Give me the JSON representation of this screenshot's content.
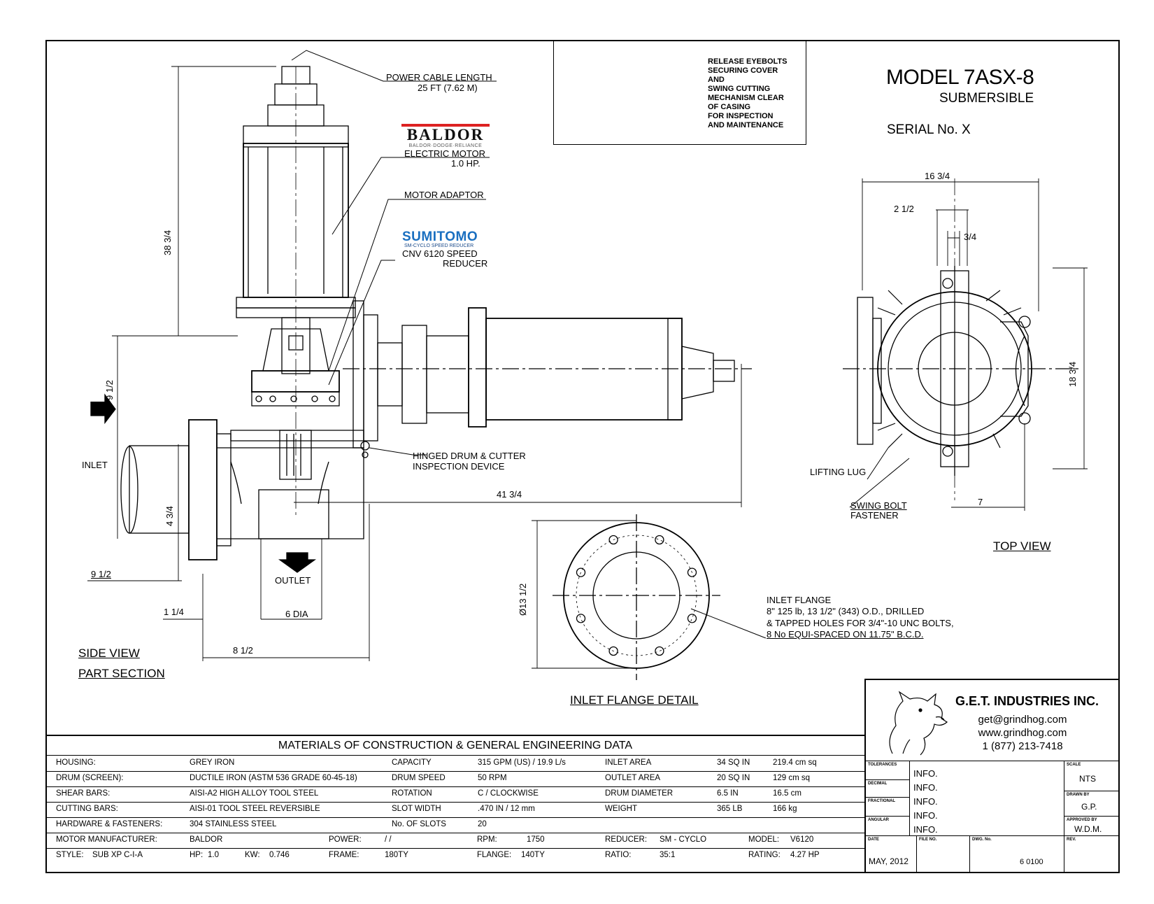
{
  "model": {
    "title": "MODEL 7ASX-8",
    "subtitle": "SUBMERSIBLE",
    "serial": "SERIAL No. X"
  },
  "photo_note": "RELEASE EYEBOLTS\nSECURING COVER\nAND\nSWING CUTTING\nMECHANISM CLEAR\nOF CASING\nFOR INSPECTION\nAND MAINTENANCE",
  "callouts": {
    "power_cable": "POWER CABLE LENGTH",
    "power_cable_len": "25 FT (7.62 M)",
    "electric_motor": "ELECTRIC MOTOR",
    "motor_hp": "1.0 HP.",
    "motor_adaptor": "MOTOR ADAPTOR",
    "speed_reducer": "CNV 6120 SPEED",
    "speed_reducer2": "REDUCER",
    "hinged": "HINGED DRUM & CUTTER",
    "hinged2": "INSPECTION DEVICE",
    "inlet": "INLET",
    "outlet": "OUTLET",
    "lifting_lug": "LIFTING LUG",
    "swing_bolt": "SWING BOLT",
    "fastener": "FASTENER"
  },
  "logos": {
    "baldor": "BALDOR",
    "baldor_tag": "BALDOR·DODGE·RELIANCE",
    "sumitomo": "SUMITOMO",
    "sumitomo_tag": "SM-CYCLO SPEED REDUCER"
  },
  "dims": {
    "h_total": "38 3/4",
    "h_mid": "9 1/2",
    "h_low": "4 3/4",
    "w_inlet": "9 1/2",
    "w_a": "1 1/4",
    "dia": "6 DIA",
    "w_b": "8 1/2",
    "len": "41 3/4",
    "top_w": "16 3/4",
    "top_a": "2 1/2",
    "top_b": "3/4",
    "top_h": "18 3/4",
    "top_c": "7",
    "flange_d": "ø13 1/2"
  },
  "views": {
    "side": "SIDE VIEW",
    "part": "PART SECTION",
    "top": "TOP VIEW",
    "flange": "INLET FLANGE DETAIL"
  },
  "flange_note": [
    "INLET FLANGE",
    "8\" 125 lb, 13 1/2\" (343) O.D., DRILLED",
    "& TAPPED HOLES FOR 3/4\"-10 UNC BOLTS,",
    "8 No EQUI-SPACED ON 11.75\" B.C.D."
  ],
  "materials": {
    "title": "MATERIALS OF CONSTRUCTION & GENERAL ENGINEERING DATA",
    "rows": [
      [
        "HOUSING:",
        "GREY IRON",
        "CAPACITY",
        "315 GPM (US) / 19.9 L/s",
        "INLET AREA",
        "34 SQ IN",
        "219.4 cm sq"
      ],
      [
        "DRUM (SCREEN):",
        "DUCTILE IRON (ASTM 536 GRADE 60-45-18)",
        "DRUM SPEED",
        "50 RPM",
        "OUTLET AREA",
        "20 SQ IN",
        "129 cm sq"
      ],
      [
        "SHEAR BARS:",
        "AISI-A2 HIGH ALLOY TOOL STEEL",
        "ROTATION",
        "C / CLOCKWISE",
        "DRUM DIAMETER",
        "6.5 IN",
        "16.5 cm"
      ],
      [
        "CUTTING BARS:",
        "AISI-01 TOOL STEEL REVERSIBLE",
        "SLOT WIDTH",
        ".470 IN / 12 mm",
        "WEIGHT",
        "365 LB",
        "166 kg"
      ],
      [
        "HARDWARE & FASTENERS:",
        "304 STAINLESS STEEL",
        "No. OF SLOTS",
        "20",
        "",
        "",
        ""
      ]
    ],
    "motor_row": [
      "MOTOR MANUFACTURER:",
      "BALDOR",
      "POWER:",
      "/   /",
      "RPM:",
      "1750",
      "REDUCER:",
      "SM - CYCLO",
      "MODEL:",
      "V6120"
    ],
    "style_row": [
      "STYLE:",
      "SUB XP C-I-A",
      "HP:",
      "1.0",
      "KW:",
      "0.746",
      "FRAME:",
      "180TY",
      "FLANGE:",
      "140TY",
      "RATIO:",
      "35:1",
      "RATING:",
      "4.27 HP"
    ]
  },
  "titleblock": {
    "company": "G.E.T. INDUSTRIES INC.",
    "email": "get@grindhog.com",
    "web": "www.grindhog.com",
    "phone": "1 (877) 213-7418",
    "tol_labels": [
      "TOLERANCES",
      "DECIMAL",
      "FRACTIONAL",
      "ANGULAR"
    ],
    "info": [
      "INFO.",
      "INFO.",
      "INFO.",
      "INFO.",
      "INFO."
    ],
    "scale_lbl": "SCALE",
    "scale": "NTS",
    "drawn_lbl": "DRAWN BY",
    "drawn": "G.P.",
    "approved_lbl": "APPROVED BY",
    "approved": "W.D.M.",
    "date_lbl": "DATE",
    "date": "MAY, 2012",
    "file_lbl": "FILE NO.",
    "dwg_lbl": "DWG. No.",
    "dwg": "6 0100",
    "rev_lbl": "REV."
  }
}
